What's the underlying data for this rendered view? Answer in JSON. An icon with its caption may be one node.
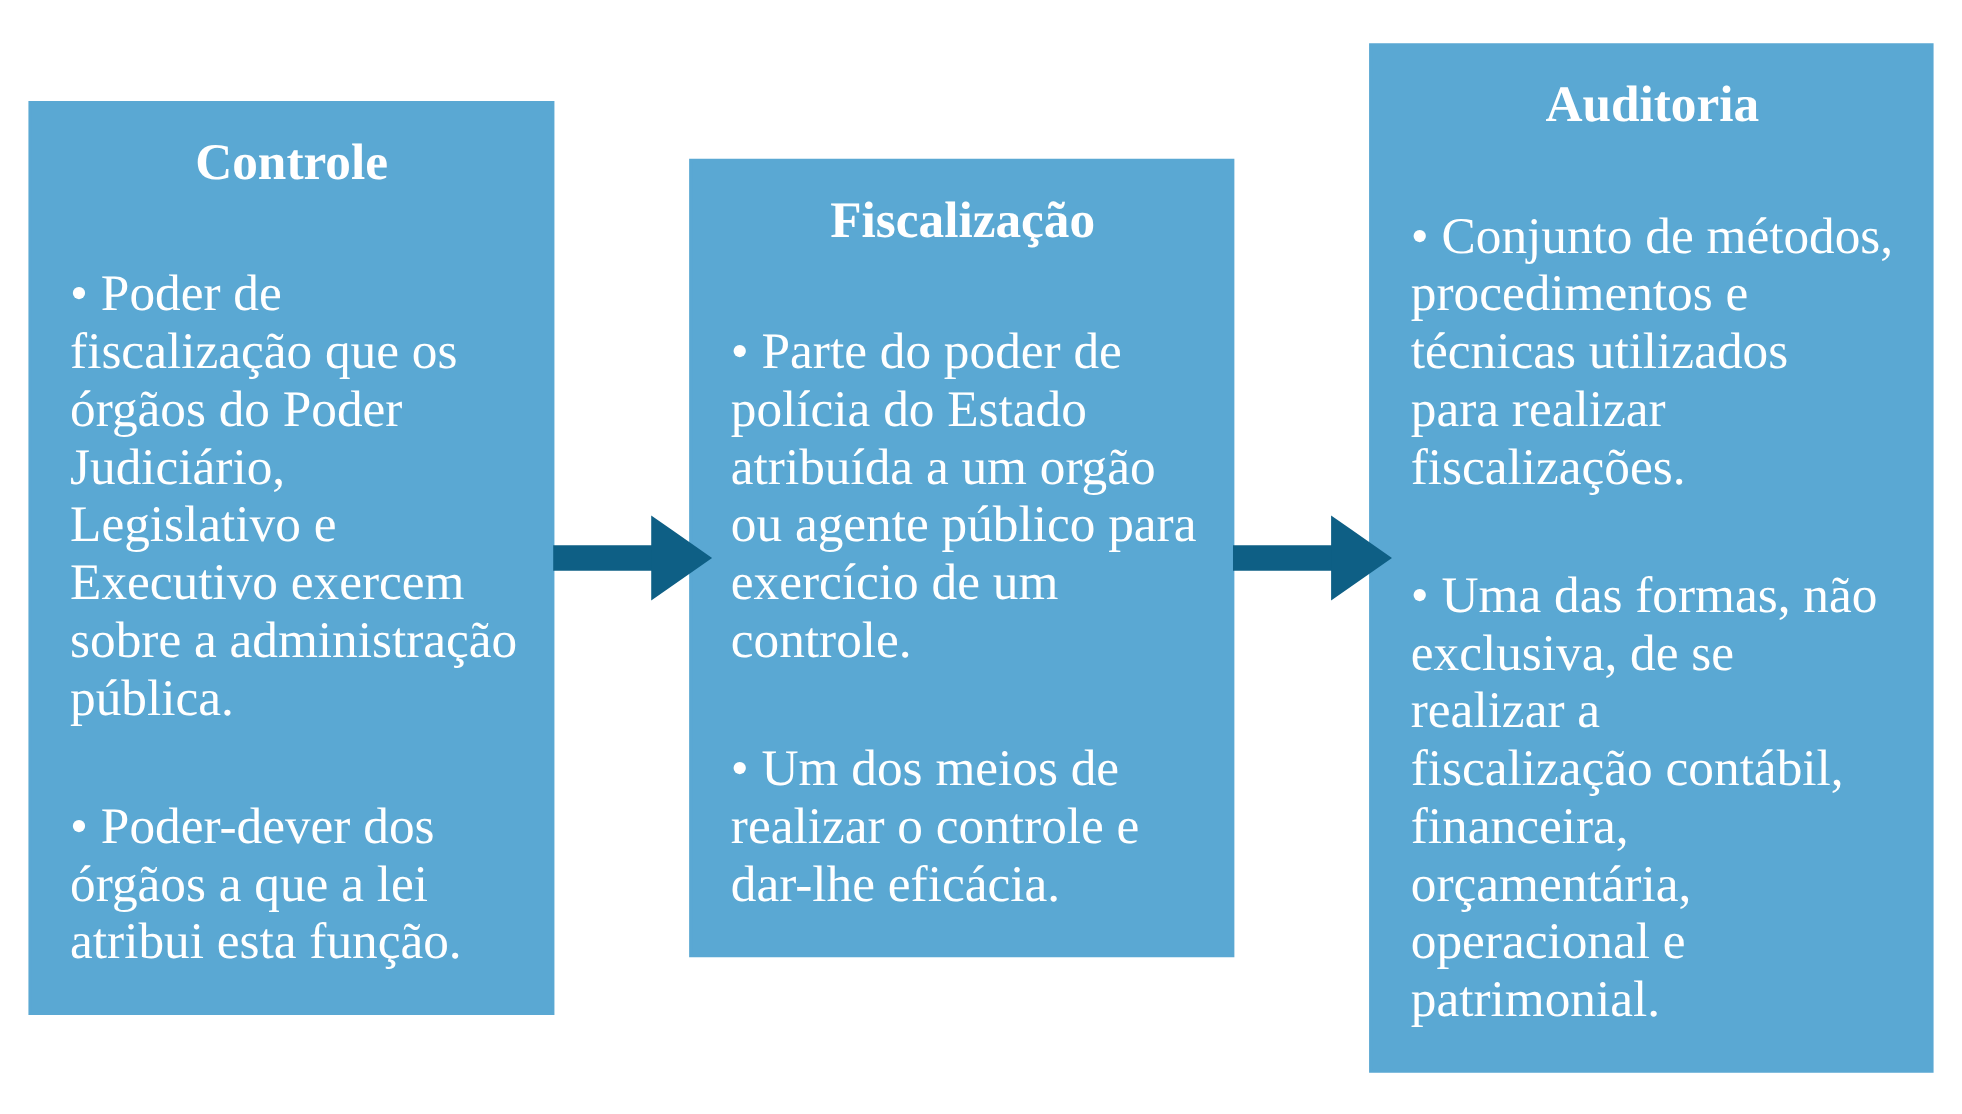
{
  "diagram": {
    "nodes": [
      {
        "text": [
          "Controle",
          "• Poder de fiscalização que os órgãos do Poder Judiciário, Legislativo e Executivo exercem sobre a administração pública.",
          "• Poder-dever dos órgãos a que a lei atribui esta função."
        ]
      },
      {
        "text": [
          "Fiscalização",
          "• Parte do poder de polícia do Estado atribuída a um orgão ou agente público para exercício de um controle.",
          "• Um dos meios de realizar o controle e dar-lhe eficácia."
        ]
      },
      {
        "text": [
          "Auditoria",
          "• Conjunto de métodos, procedimentos e técnicas utilizados para realizar fiscalizações.",
          "• Uma das formas, não exclusiva, de se realizar a fiscalização contábil, financeira, orçamentária, operacional e patrimonial."
        ]
      }
    ],
    "edges": [
      {
        "from": 0,
        "to": 1,
        "arrow": "to"
      },
      {
        "from": 1,
        "to": 2,
        "arrow": "to"
      }
    ]
  }
}
